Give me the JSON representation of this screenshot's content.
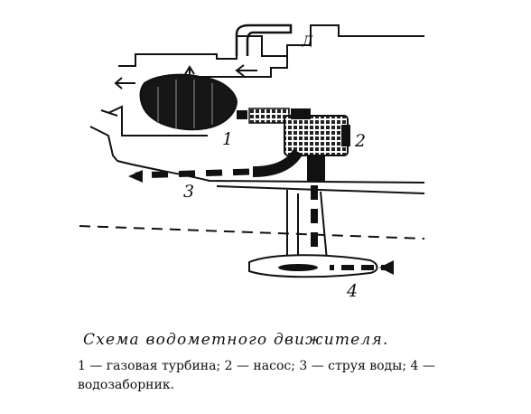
{
  "labels": {
    "turbine": "1",
    "pump": "2",
    "jet": "3",
    "intake": "4",
    "top_mark": "Д"
  },
  "caption": {
    "title": "Схема водометного движителя.",
    "text": "1 — газовая турбина; 2 — насос; 3 — струя воды; 4 — водозаборник."
  }
}
